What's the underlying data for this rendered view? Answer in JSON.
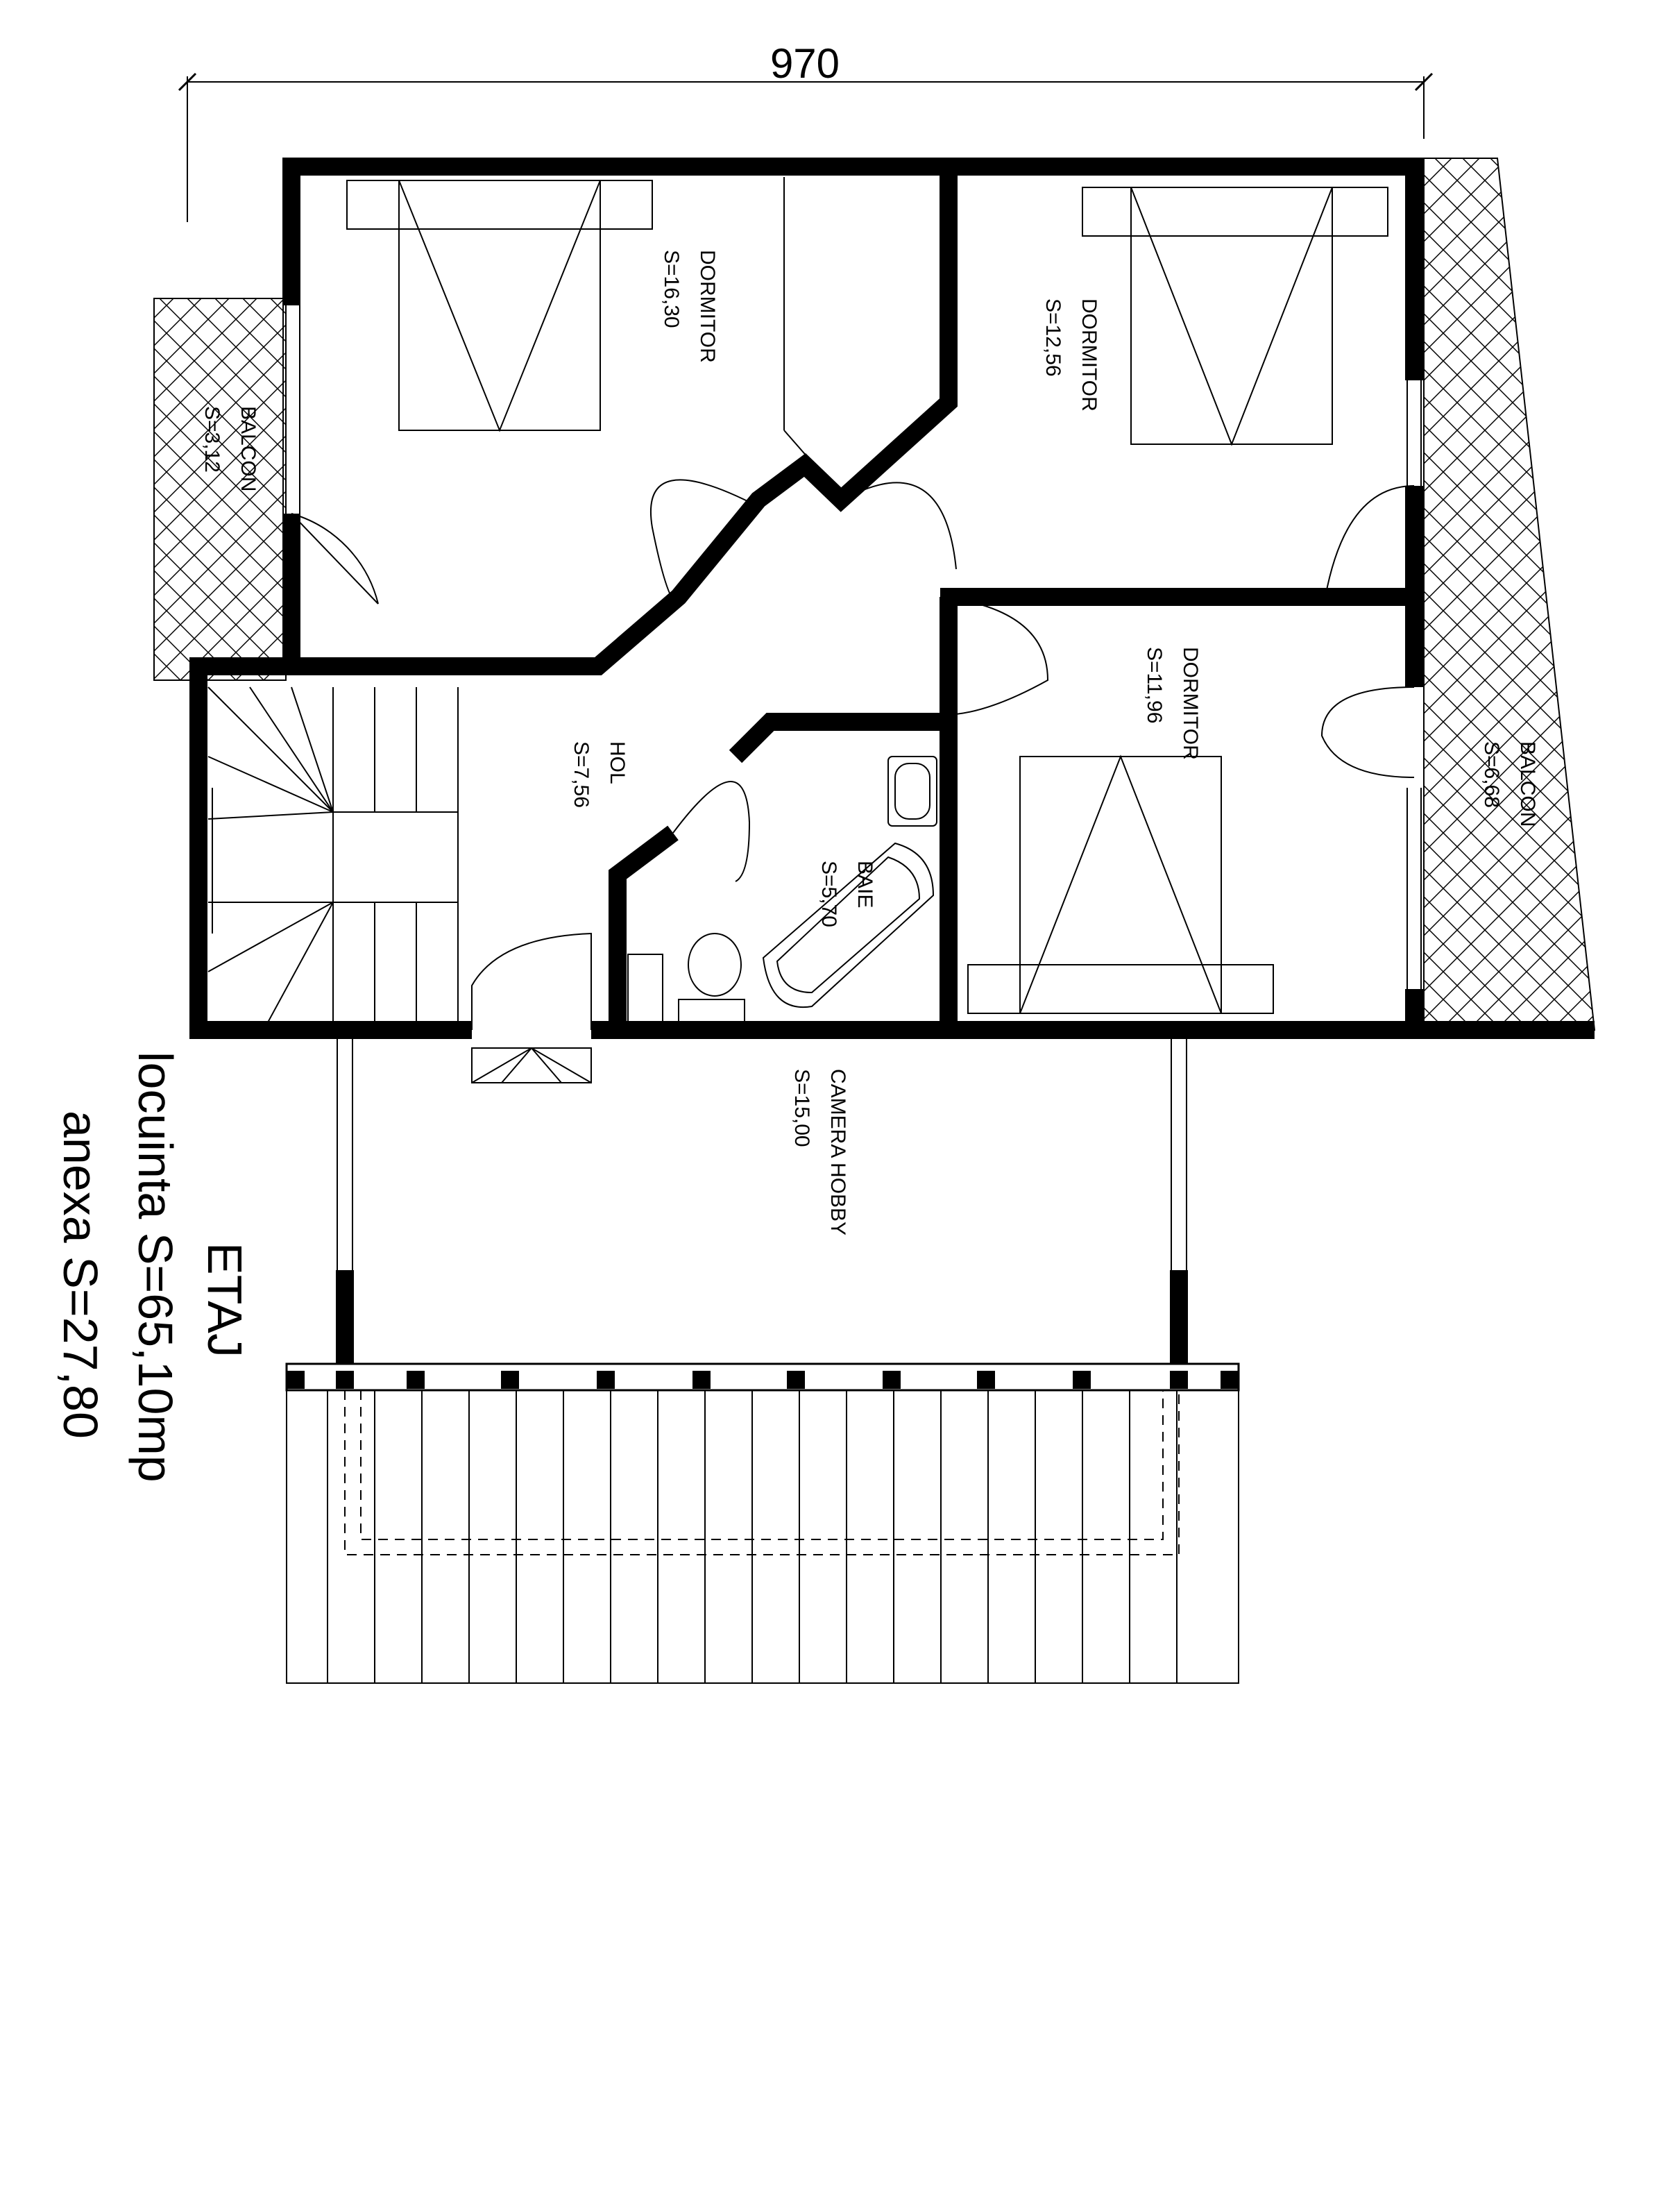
{
  "dimension": {
    "label": "970"
  },
  "rooms": [
    {
      "key": "dormitor1",
      "name": "DORMITOR",
      "area": "S=16,30"
    },
    {
      "key": "dormitor2",
      "name": "DORMITOR",
      "area": "S=12,56"
    },
    {
      "key": "dormitor3",
      "name": "DORMITOR",
      "area": "S=11,96"
    },
    {
      "key": "balcon1",
      "name": "BALCON",
      "area": "S=3,12"
    },
    {
      "key": "balcon2",
      "name": "BALCON",
      "area": "S=6,68"
    },
    {
      "key": "hol",
      "name": "HOL",
      "area": "S=7,56"
    },
    {
      "key": "baie",
      "name": "BAIE",
      "area": "S=5,70"
    },
    {
      "key": "hobby",
      "name": "CAMERA HOBBY",
      "area": "S=15,00"
    }
  ],
  "title": {
    "floor": "ETAJ",
    "dwelling_area": "locuinta S=65,10mp",
    "annex_area": "anexa S=27,80"
  }
}
